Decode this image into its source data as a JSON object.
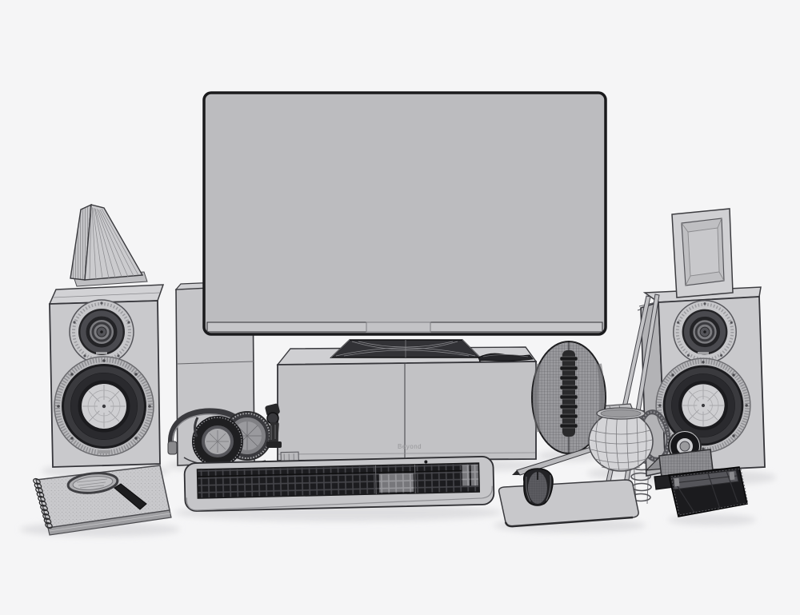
{
  "scene": {
    "image_type": "grayscale 3D wireframe render",
    "description": "Desktop workstation scene: monitor on a media console flanked by two bookshelf speakers, with keyboard, mouse, headphones, football, mug, notebook and accessories",
    "colors": {
      "background": "#f5f5f6",
      "surface": "#c6c6c9",
      "surface_light": "#d2d2d5",
      "surface_dark": "#9a9a9e",
      "outline": "#2b2b2f",
      "dark_object": "#1f1f21",
      "screen": "#bcbcbf",
      "shadow": "#dcdcdf"
    },
    "objects": [
      {
        "id": "monitor",
        "label": "flat-screen monitor"
      },
      {
        "id": "monitor-stand",
        "label": "monitor stand base"
      },
      {
        "id": "media-console",
        "label": "desk console cabinet"
      },
      {
        "id": "left-speaker",
        "label": "left bookshelf speaker"
      },
      {
        "id": "right-speaker",
        "label": "right bookshelf speaker"
      },
      {
        "id": "fanned-book",
        "label": "fanned book leaning on left speaker"
      },
      {
        "id": "open-box",
        "label": "upright open box on right speaker"
      },
      {
        "id": "side-box",
        "label": "plain box behind left speaker"
      },
      {
        "id": "keyboard",
        "label": "full-size keyboard"
      },
      {
        "id": "mouse",
        "label": "mouse"
      },
      {
        "id": "mousepad",
        "label": "mousepad"
      },
      {
        "id": "pencil",
        "label": "pencil on desk"
      },
      {
        "id": "headphones",
        "label": "over-ear headphones"
      },
      {
        "id": "camera-clamp",
        "label": "small clamp-mounted device on console edge"
      },
      {
        "id": "football",
        "label": "american football"
      },
      {
        "id": "slatted-stand",
        "label": "slatted riser beside console"
      },
      {
        "id": "mug",
        "label": "barrel mug with handle"
      },
      {
        "id": "leaning-sticks",
        "label": "two sticks leaning on right speaker"
      },
      {
        "id": "coil-spring",
        "label": "coiled spring beside right speaker"
      },
      {
        "id": "tape-dispenser",
        "label": "tape dispenser"
      },
      {
        "id": "wallet",
        "label": "dark wallet"
      },
      {
        "id": "notebook",
        "label": "spiral notebook"
      },
      {
        "id": "magnifying-glass",
        "label": "magnifying glass on notebook"
      },
      {
        "id": "sunglasses",
        "label": "folded glasses on console top"
      }
    ]
  },
  "branding": {
    "console_logo_text": "Beyond"
  }
}
